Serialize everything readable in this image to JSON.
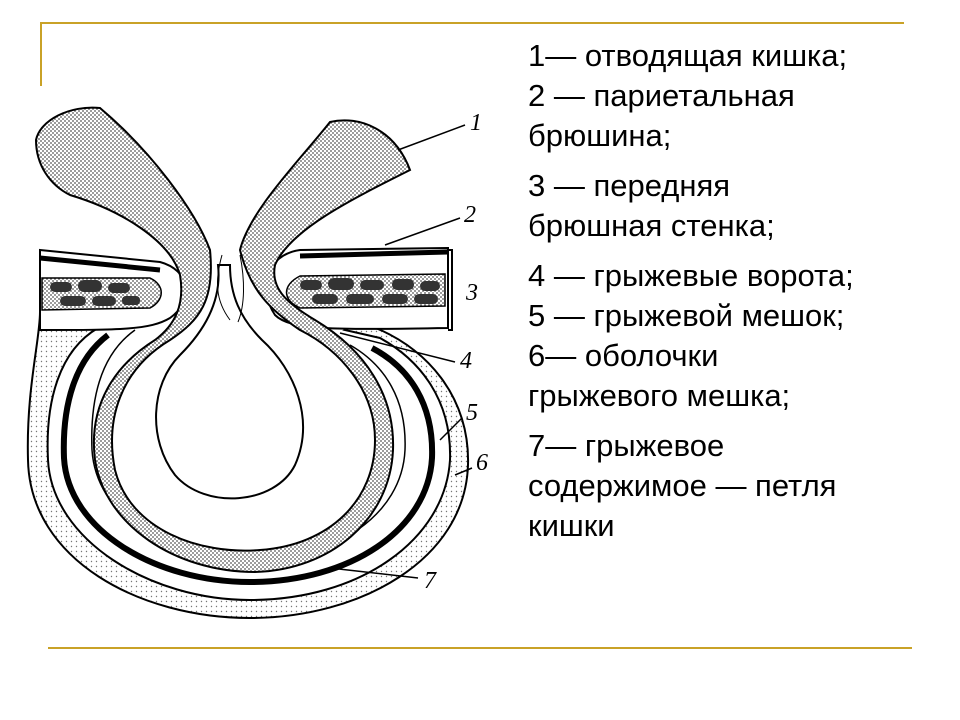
{
  "legend": {
    "groups": [
      [
        "1— отводящая кишка;",
        "2 — париетальная",
        "брюшина;"
      ],
      [
        "3 — передняя",
        "брюшная стенка;"
      ],
      [
        "4 — грыжевые ворота;",
        "5 — грыжевой мешок;",
        "6— оболочки",
        "грыжевого мешка;"
      ],
      [
        "7— грыжевое",
        "содержимое — петля",
        "кишки"
      ]
    ]
  },
  "diagram": {
    "labels": [
      "1",
      "2",
      "3",
      "4",
      "5",
      "6",
      "7"
    ]
  },
  "colors": {
    "accent": "#c9a227",
    "ink": "#000000"
  }
}
